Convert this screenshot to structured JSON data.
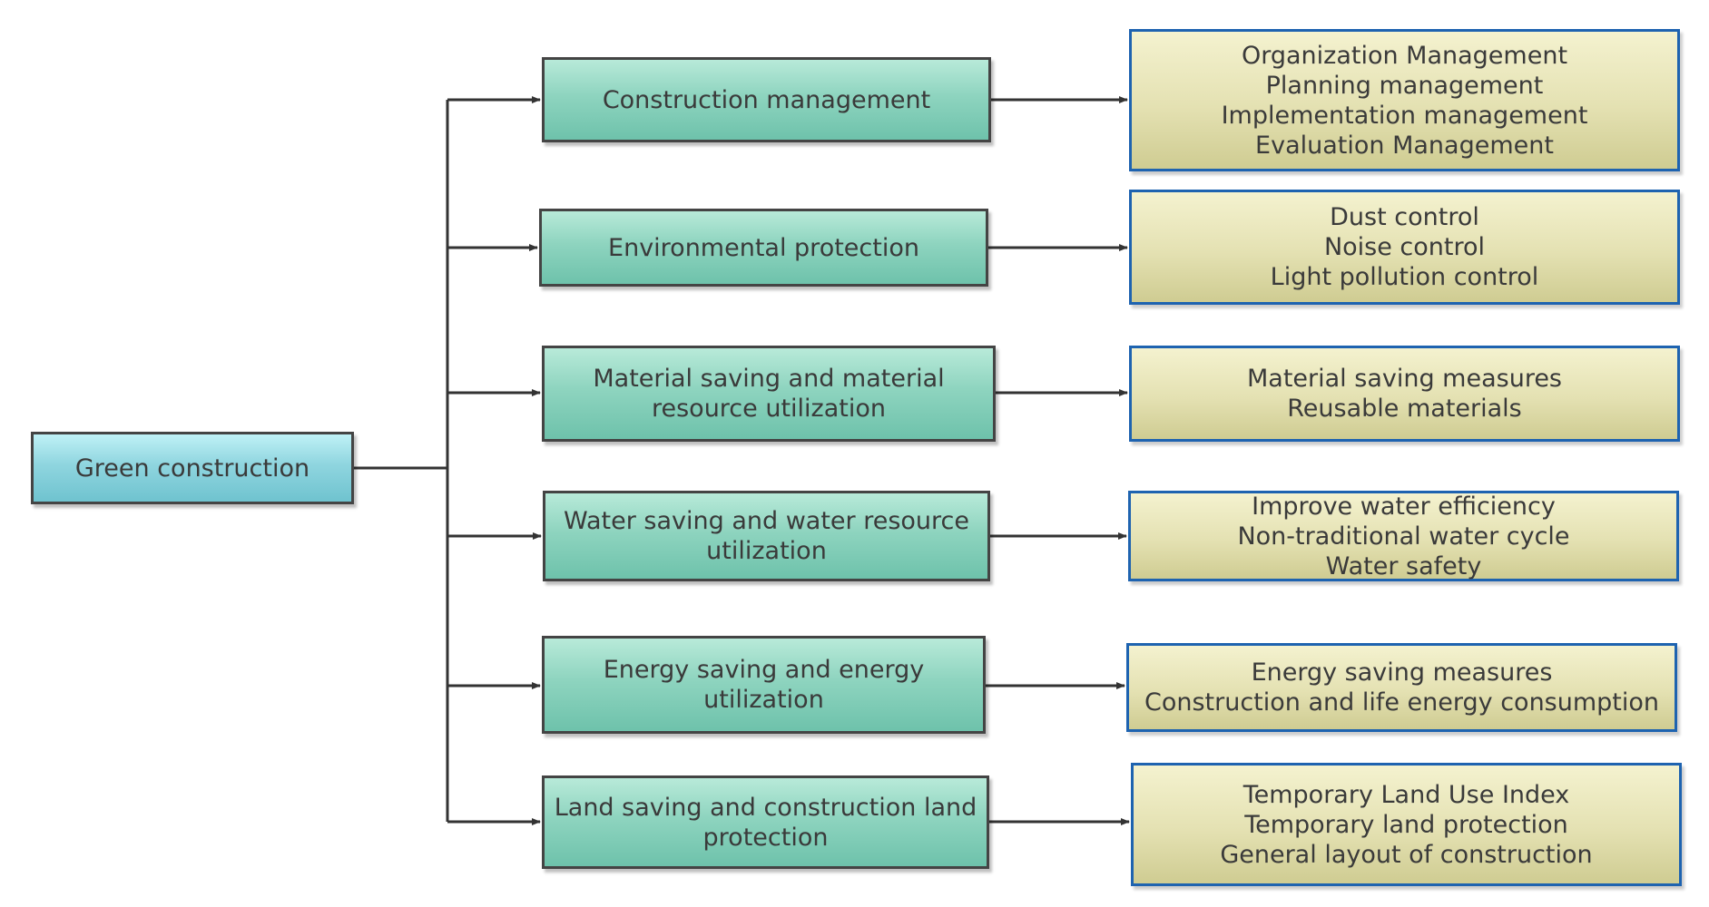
{
  "root": {
    "label": "Green construction"
  },
  "branches": [
    {
      "label_lines": [
        "Construction management"
      ],
      "detail_lines": [
        "Organization Management",
        "Planning management",
        "Implementation management",
        "Evaluation Management"
      ]
    },
    {
      "label_lines": [
        "Environmental protection"
      ],
      "detail_lines": [
        "Dust control",
        "Noise control",
        "Light pollution control"
      ]
    },
    {
      "label_lines": [
        "Material saving and material",
        "resource utilization"
      ],
      "detail_lines": [
        "Material saving measures",
        "Reusable materials"
      ]
    },
    {
      "label_lines": [
        "Water saving and water resource",
        "utilization"
      ],
      "detail_lines": [
        "Improve water efficiency",
        "Non-traditional water cycle",
        "Water safety"
      ]
    },
    {
      "label_lines": [
        "Energy saving and energy",
        "utilization"
      ],
      "detail_lines": [
        "Energy saving measures",
        "Construction and life energy consumption"
      ]
    },
    {
      "label_lines": [
        "Land saving and construction land",
        "protection"
      ],
      "detail_lines": [
        "Temporary Land Use Index",
        "Temporary land protection",
        "General layout of construction"
      ]
    }
  ],
  "colors": {
    "connector": "#333333",
    "detail_border": "#1e63b0",
    "category_fill": "#8ed4bf",
    "root_fill": "#8fd5df",
    "detail_fill": "#e4e1b2"
  }
}
